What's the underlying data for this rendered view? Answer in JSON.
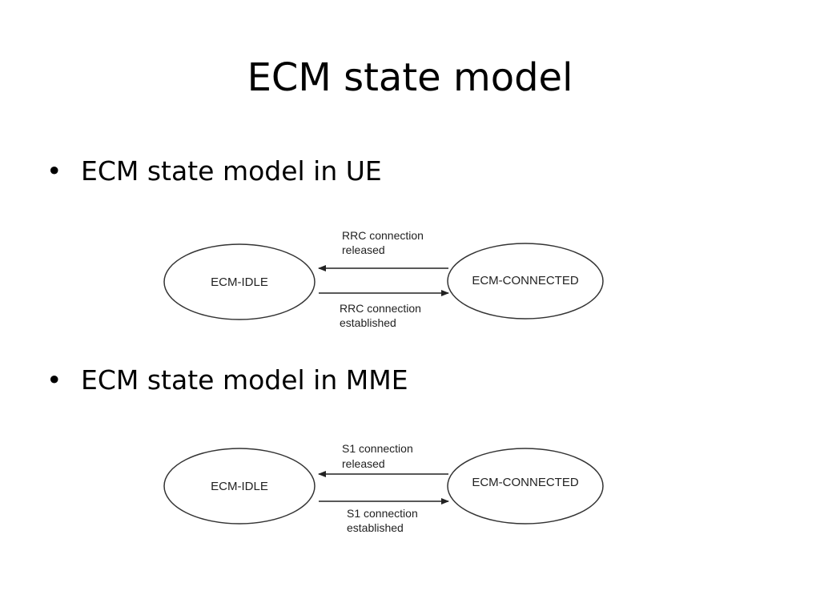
{
  "slide": {
    "title": "ECM state model"
  },
  "sections": [
    {
      "bullet_symbol": "•",
      "heading": "ECM state model in UE",
      "diagram": {
        "left_state": "ECM-IDLE",
        "right_state": "ECM-CONNECTED",
        "top_transition": {
          "line1": "RRC connection",
          "line2": "released",
          "direction": "right-to-left"
        },
        "bottom_transition": {
          "line1": "RRC connection",
          "line2": "established",
          "direction": "left-to-right"
        }
      }
    },
    {
      "bullet_symbol": "•",
      "heading": "ECM state model in MME",
      "diagram": {
        "left_state": "ECM-IDLE",
        "right_state": "ECM-CONNECTED",
        "top_transition": {
          "line1": "S1 connection",
          "line2": "released",
          "direction": "right-to-left"
        },
        "bottom_transition": {
          "line1": "S1 connection",
          "line2": "established",
          "direction": "left-to-right"
        }
      }
    }
  ]
}
